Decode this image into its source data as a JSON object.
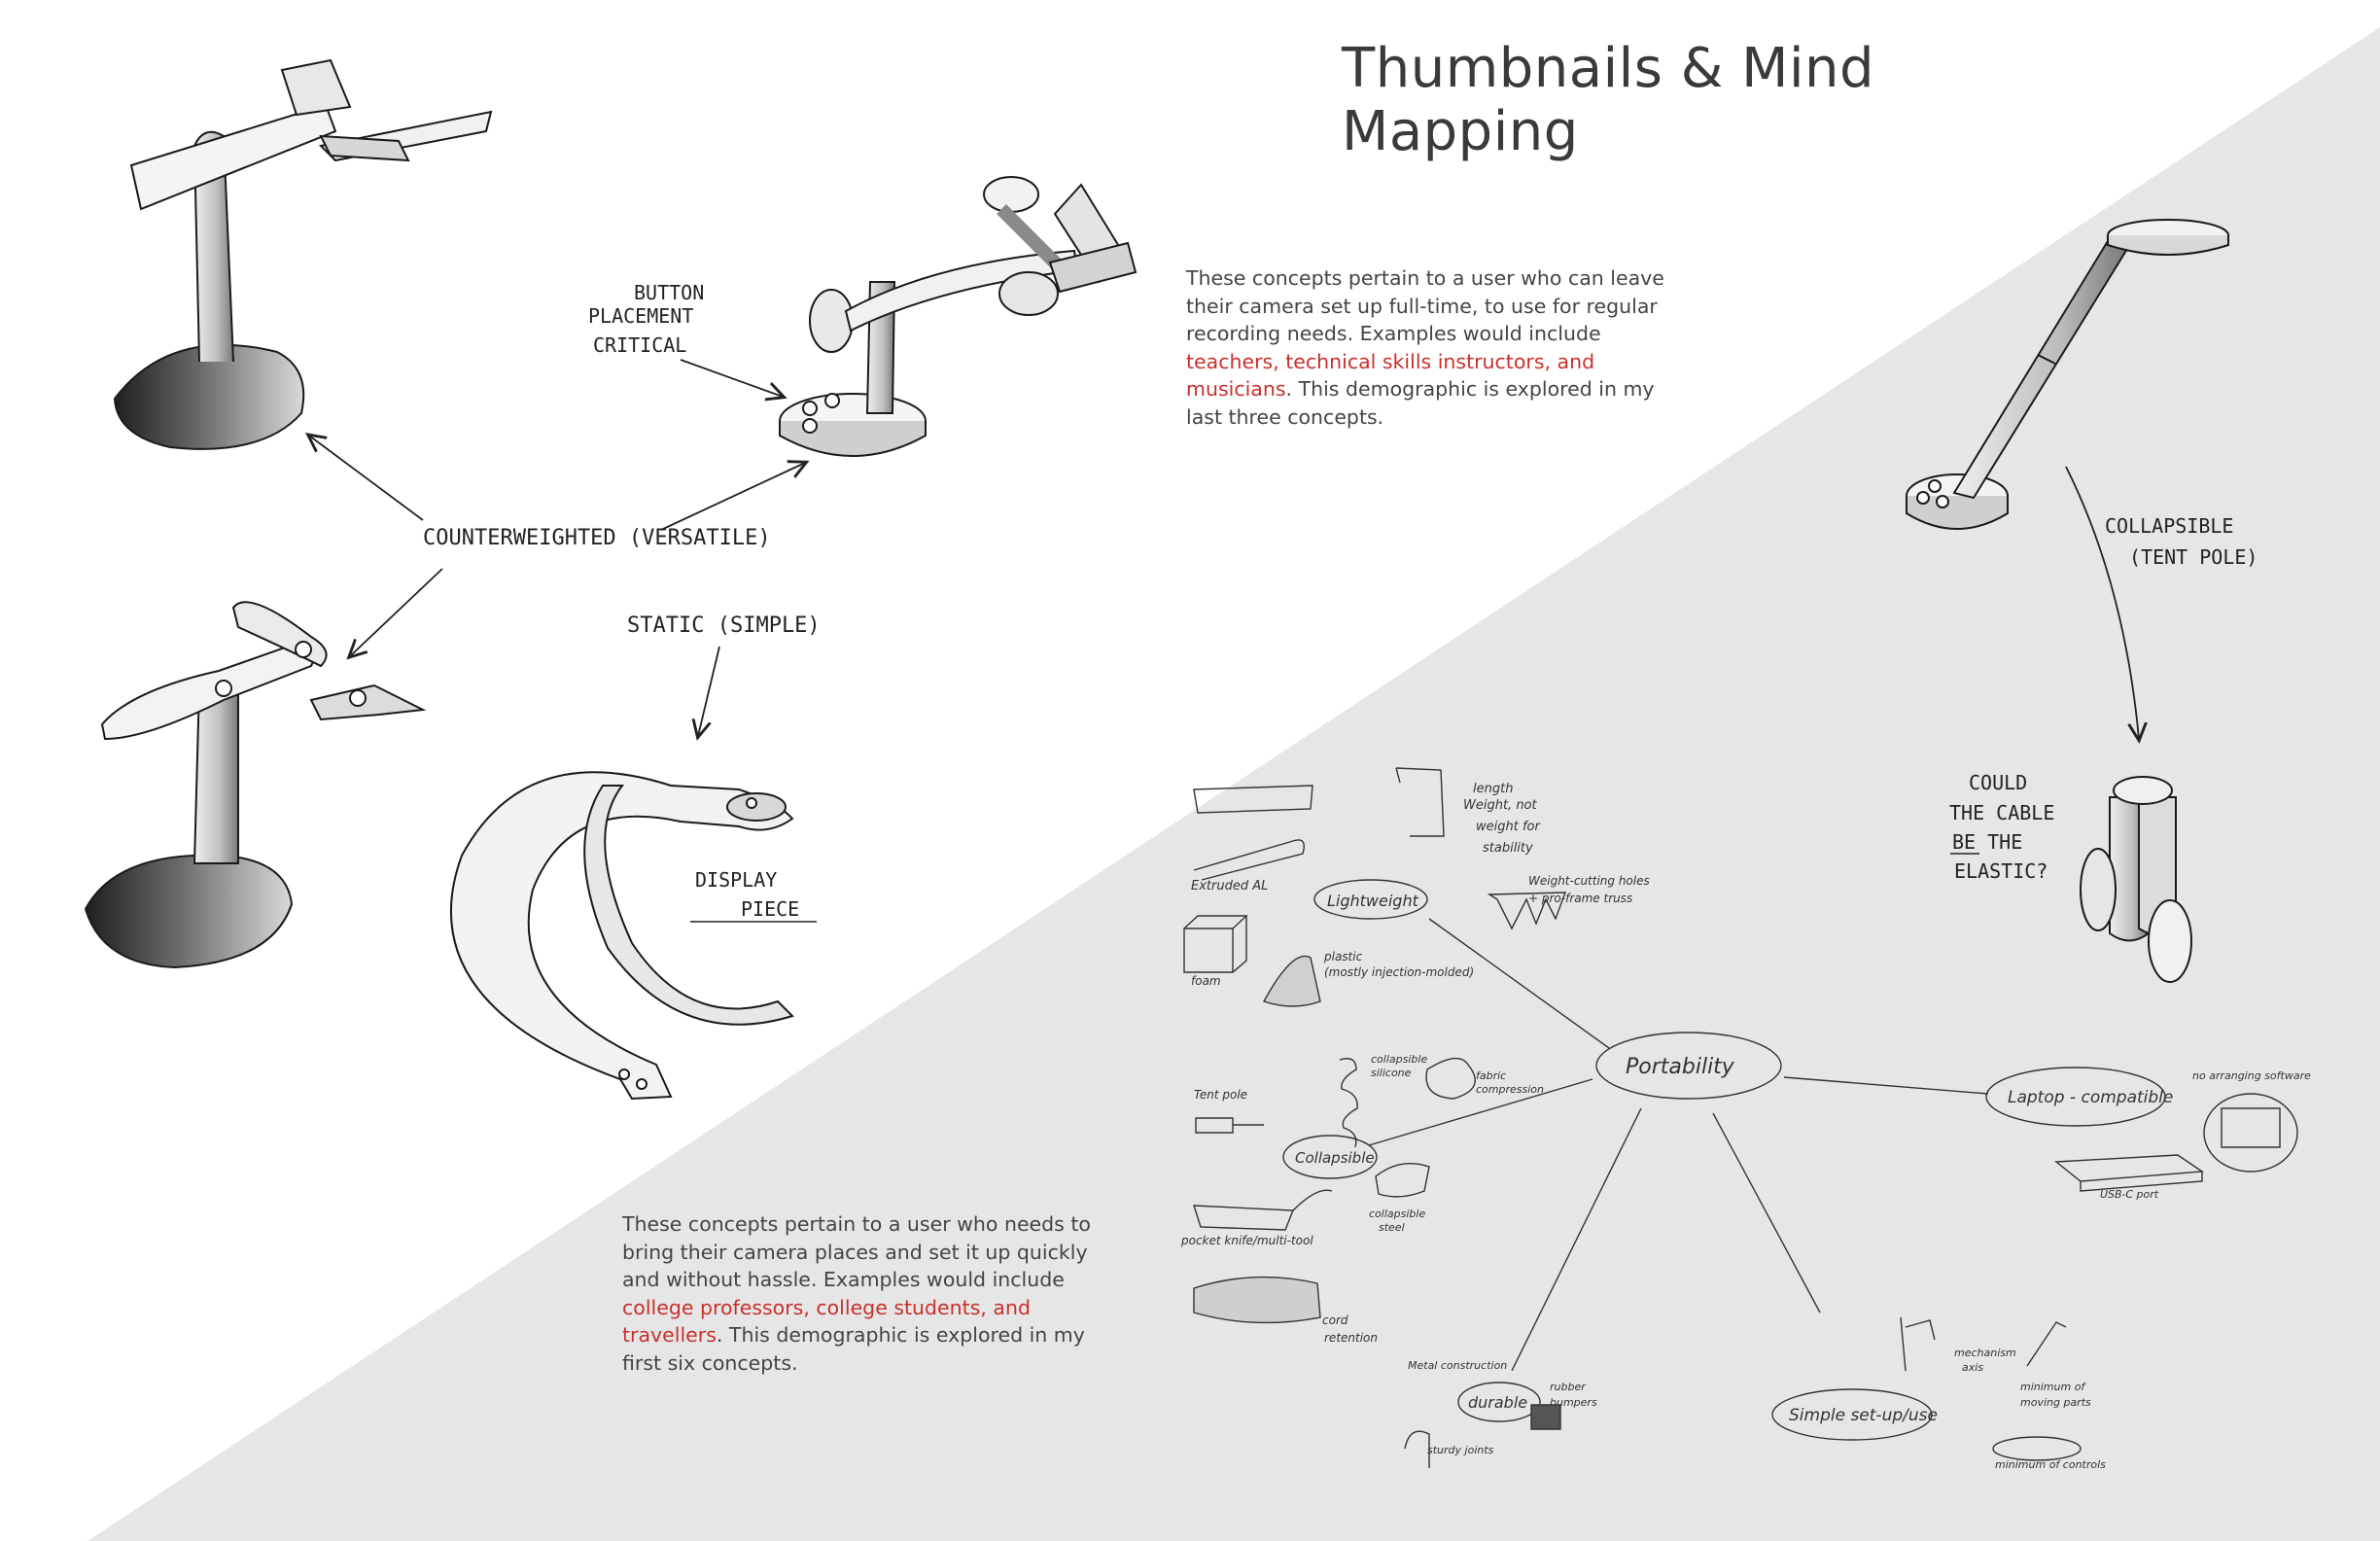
{
  "title": "Thumbnails & Mind Mapping",
  "paragraph_top": {
    "before": "These concepts pertain to a user who can leave their camera set up full-time, to use for regular recording needs. Examples would include ",
    "highlight": "teachers, technical skills instructors, and musicians",
    "after": ". This demographic is explored in my last three concepts."
  },
  "paragraph_bottom": {
    "before": "These concepts pertain to a user who needs to bring their camera places and set it up quickly and without hassle. Examples would include ",
    "highlight": "college professors, college students, and travellers",
    "after": ". This demographic is explored in my first six concepts."
  },
  "sketch_notes": {
    "button_placement": [
      "BUTTON",
      "PLACEMENT",
      "CRITICAL"
    ],
    "counterweighted": "COUNTERWEIGHTED (VERSATILE)",
    "static": "STATIC (SIMPLE)",
    "display": "DISPLAY",
    "piece": "PIECE",
    "collapsible": "COLLAPSIBLE",
    "tent_pole": "(TENT POLE)",
    "could_the_cable": [
      "COULD",
      "THE CABLE",
      "BE THE",
      "ELASTIC?"
    ]
  },
  "mind_map": {
    "center": "Portability",
    "nodes": {
      "lightweight": "Lightweight",
      "collapsible": "Collapsible",
      "laptop": "Laptop - compatible",
      "durable": "durable",
      "simple": "Simple set-up/use"
    },
    "notes": {
      "extruded": "Extruded AL",
      "length": "length",
      "weight": "Weight, not",
      "weight2": "weight for",
      "stability": "stability",
      "trusses": "Weight-cutting holes",
      "trusses2": "+ pro-frame truss",
      "foam": "foam",
      "plastic": "plastic",
      "injection": "(mostly injection-molded)",
      "collapsible_silicone": "collapsible",
      "silicone": "silicone",
      "fabric": "fabric",
      "compression": "compression",
      "tent_pole": "Tent pole",
      "collapsible_steel": "collapsible",
      "steel": "steel",
      "pocket": "pocket knife/multi-tool",
      "cord": "cord",
      "retention": "retention",
      "metal": "Metal construction",
      "rubber": "rubber",
      "bumpers": "bumpers",
      "sturdy": "sturdy joints",
      "mechanism": "mechanism",
      "axis": "axis",
      "minimum_moving": "minimum of",
      "moving_parts": "moving parts",
      "minimum_controls": "minimum of controls",
      "software": "no arranging software",
      "usbc": "USB-C port"
    }
  },
  "colors": {
    "background_gray": "#e6e6e6",
    "title": "#3a3a3a",
    "body_text": "#444444",
    "highlight": "#c9302c",
    "ink": "#222222"
  }
}
